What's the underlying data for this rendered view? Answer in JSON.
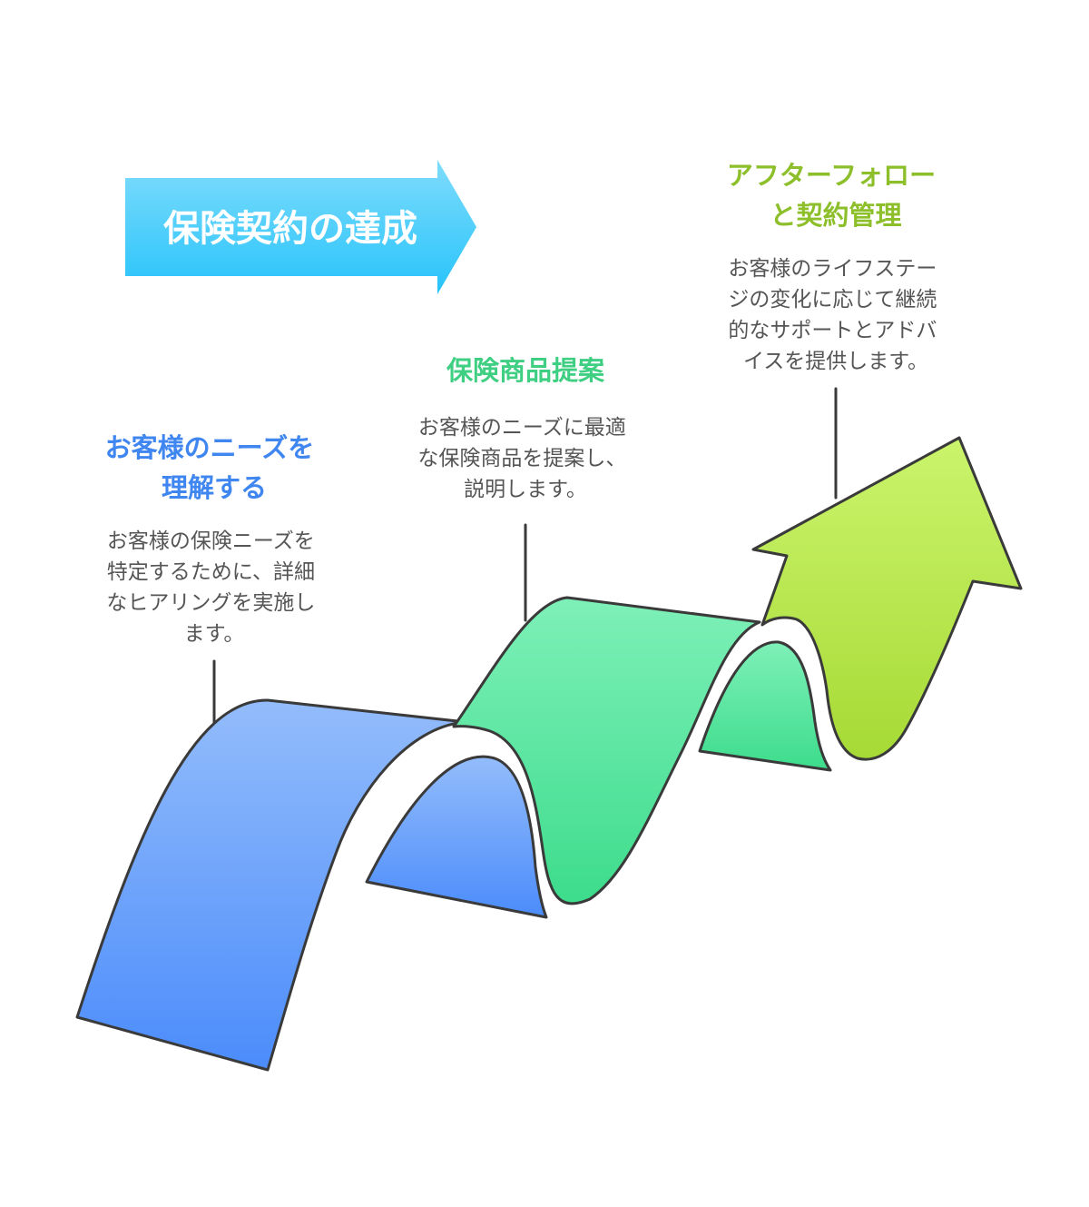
{
  "banner": {
    "title": "保険契約の達成"
  },
  "colors": {
    "banner_top": "#7fdcfb",
    "banner_bottom": "#27c3fb",
    "step1_title": "#3f86f0",
    "step2_title": "#3fcf83",
    "step3_title": "#8cbf2a",
    "description": "#555555",
    "outline": "#3a3a3a"
  },
  "steps": [
    {
      "title_lines": [
        "お客様のニーズを",
        "理解する"
      ],
      "desc_lines": [
        "お客様の保険ニーズを",
        "特定するために、詳細",
        "なヒアリングを実施し",
        "ます。"
      ]
    },
    {
      "title_lines": [
        "保険商品提案"
      ],
      "desc_lines": [
        "お客様のニーズに最適",
        "な保険商品を提案し、",
        "説明します。"
      ]
    },
    {
      "title_lines": [
        "アフターフォロー",
        "と契約管理"
      ],
      "desc_lines": [
        "お客様のライフステー",
        "ジの変化に応じて継続",
        "的なサポートとアドバ",
        "イスを提供します。"
      ]
    }
  ]
}
